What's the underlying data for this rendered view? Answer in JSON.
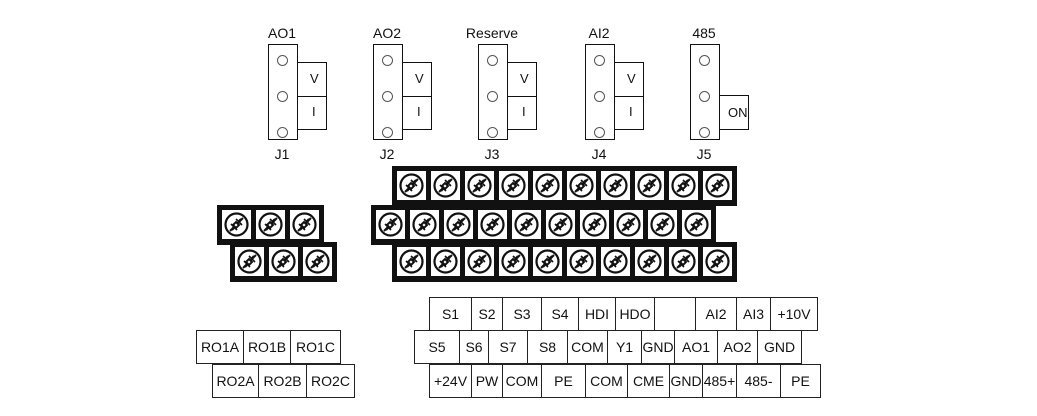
{
  "jumpers": [
    {
      "id": "J1",
      "top_label": "AO1",
      "options": [
        "V",
        "I"
      ]
    },
    {
      "id": "J2",
      "top_label": "AO2",
      "options": [
        "V",
        "I"
      ]
    },
    {
      "id": "J3",
      "top_label": "Reserve",
      "options": [
        "V",
        "I"
      ]
    },
    {
      "id": "J4",
      "top_label": "AI2",
      "options": [
        "V",
        "I"
      ]
    },
    {
      "id": "J5",
      "top_label": "485",
      "options": [
        "ON"
      ]
    }
  ],
  "terminal_blocks": {
    "left_upper_count": 3,
    "left_lower_count": 3,
    "right_top_count": 10,
    "right_middle_count": 10,
    "right_bottom_count": 10
  },
  "relay_labels": {
    "row1": [
      "RO1A",
      "RO1B",
      "RO1C"
    ],
    "row2": [
      "RO2A",
      "RO2B",
      "RO2C"
    ]
  },
  "control_labels": {
    "row1": [
      "S1",
      "S2",
      "S3",
      "S4",
      "HDI",
      "HDO",
      "",
      "AI2",
      "AI3",
      "+10V"
    ],
    "row2": [
      "S5",
      "S6",
      "S7",
      "S8",
      "COM",
      "Y1",
      "GND",
      "AO1",
      "AO2",
      "GND"
    ],
    "row3": [
      "+24V",
      "PW",
      "COM",
      "PE",
      "COM",
      "CME",
      "GND",
      "485+",
      "485-",
      "PE"
    ]
  }
}
